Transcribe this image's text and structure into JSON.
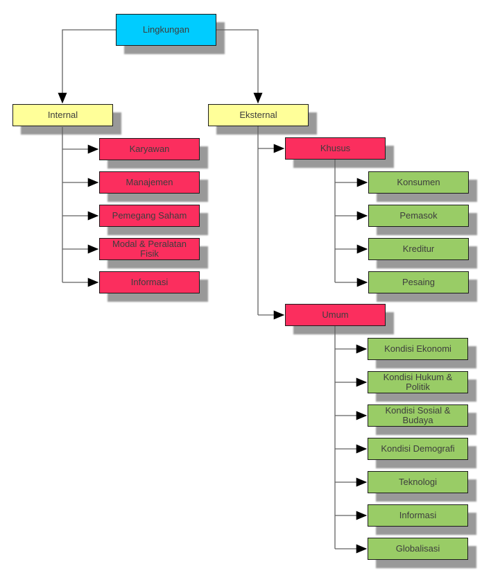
{
  "colors": {
    "root_fill": "#00CCFF",
    "branch_fill": "#FFFF99",
    "category_fill": "#FB2E5E",
    "leaf_fill": "#99CC66",
    "line": "#616161",
    "arrow": "#000000",
    "border": "#1A1A1A",
    "shadow": "#999999",
    "text": "#3D3D3D"
  },
  "nodes": {
    "root": "Lingkungan",
    "internal": "Internal",
    "eksternal": "Eksternal",
    "khusus": "Khusus",
    "umum": "Umum",
    "internal_children": [
      "Karyawan",
      "Manajemen",
      "Pemegang Saham",
      "Modal & Peralatan Fisik",
      "Informasi"
    ],
    "khusus_children": [
      "Konsumen",
      "Pemasok",
      "Kreditur",
      "Pesaing"
    ],
    "umum_children": [
      "Kondisi Ekonomi",
      "Kondisi Hukum & Politik",
      "Kondisi Sosial & Budaya",
      "Kondisi Demografi",
      "Teknologi",
      "Informasi",
      "Globalisasi"
    ]
  }
}
